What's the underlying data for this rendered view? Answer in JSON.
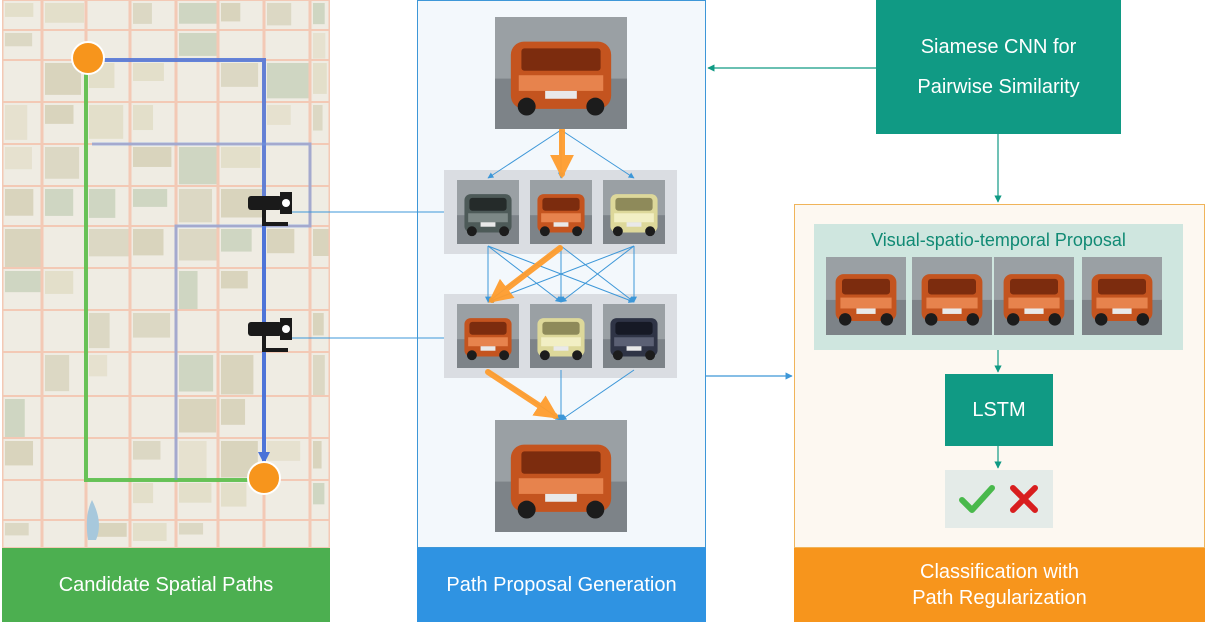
{
  "captions": {
    "map": "Candidate Spatial Paths",
    "proposal": "Path Proposal Generation",
    "classify_line1": "Classification with",
    "classify_line2": "Path Regularization"
  },
  "siamese": {
    "line1": "Siamese CNN for",
    "line2": "Pairwise Similarity"
  },
  "proposal_label": "Visual-spatio-temporal Proposal",
  "lstm_label": "LSTM",
  "icons": {
    "check": "check-icon",
    "cross": "cross-icon",
    "camera": "surveillance-camera-icon",
    "car": "car-image"
  },
  "colors": {
    "map_green": "#4caf50",
    "proposal_blue": "#2f93e2",
    "classify_orange": "#f7951c",
    "teal": "#109a84",
    "path_orange": "#ff9d2e",
    "route_blue": "#4a72d8",
    "route_green": "#59c04b"
  },
  "cars": {
    "query": "orange",
    "layer1": [
      "dark-green",
      "orange",
      "yellow"
    ],
    "layer2": [
      "orange",
      "yellow",
      "dark-navy"
    ],
    "target": "orange",
    "proposal": [
      "orange",
      "orange",
      "orange",
      "orange"
    ]
  }
}
